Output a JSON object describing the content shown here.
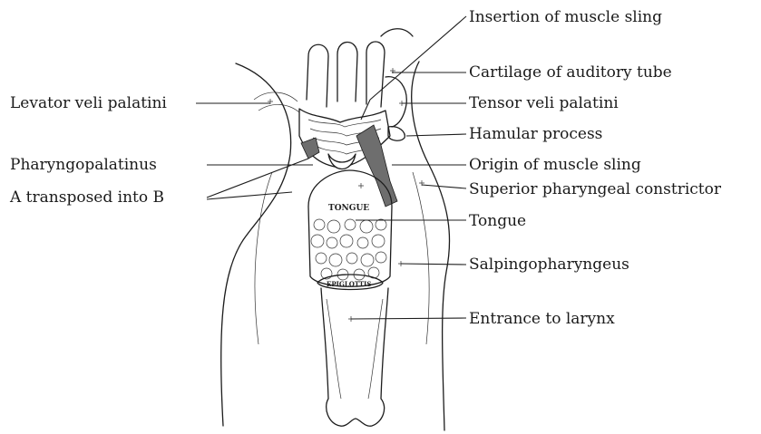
{
  "labels": {
    "insertion": "Insertion of muscle sling",
    "cartilage": "Cartilage of auditory tube",
    "levator": "Levator veli palatini",
    "tensor": "Tensor veli palatini",
    "hamular": "Hamular process",
    "pharyngopalatinus": "Pharyngopalatinus",
    "origin": "Origin of muscle sling",
    "transposed": "A transposed into B",
    "superior": "Superior pharyngeal constrictor",
    "tongue": "Tongue",
    "salpingo": "Salpingopharyngeus",
    "larynx": "Entrance to larynx"
  },
  "inline": {
    "tongue_text": "TONGUE",
    "epiglottis_text": "EPIGLOTTIS"
  },
  "colors": {
    "ink": "#1c1c1c",
    "muscle_sling": "#6e6e6e",
    "background": "#ffffff"
  }
}
